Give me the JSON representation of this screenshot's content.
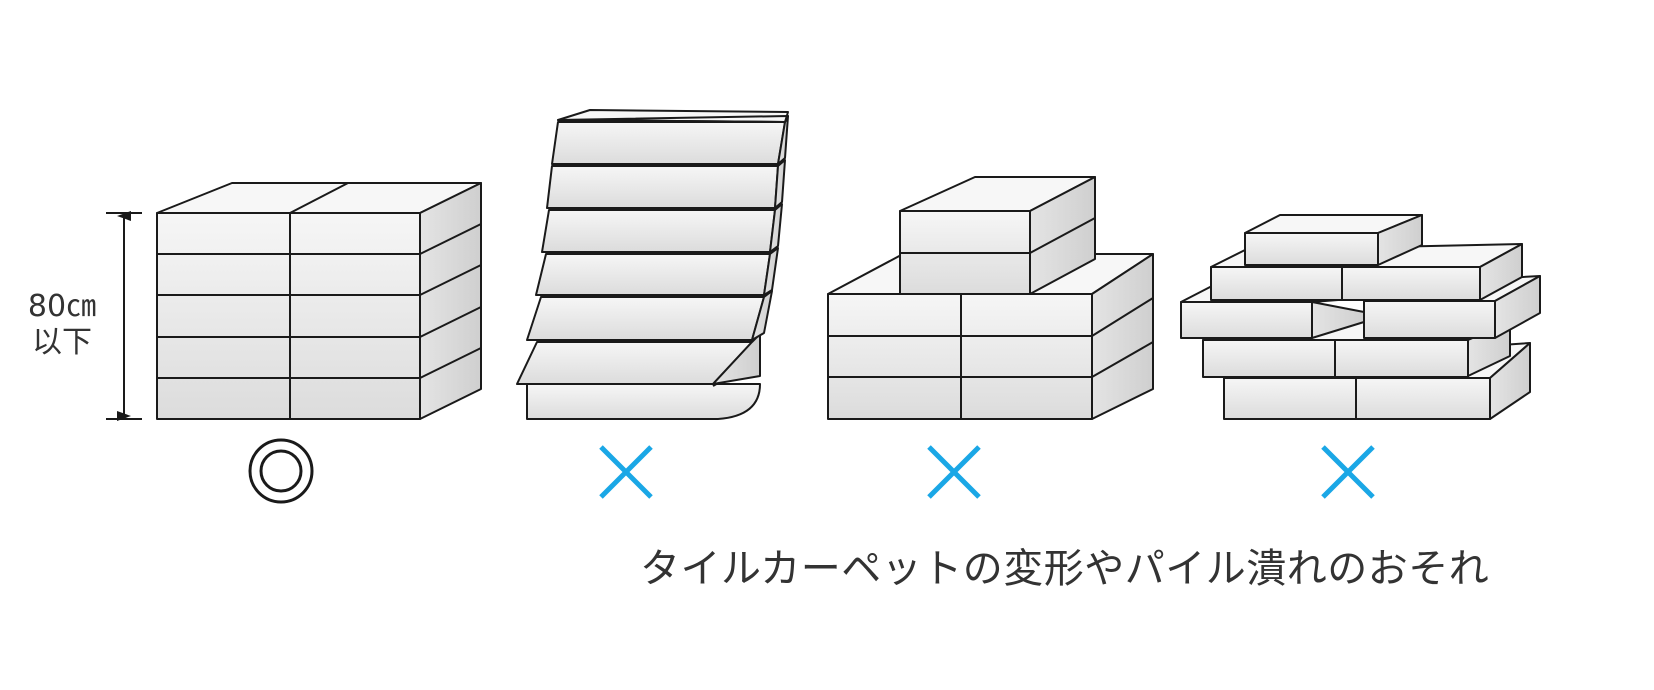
{
  "dimension": {
    "value": "80㎝",
    "qualifier": "以下"
  },
  "marks": {
    "good": "◎",
    "bad": "×"
  },
  "caption": "タイルカーペットの変形やパイル潰れのおそれ",
  "colors": {
    "outline": "#1a1a1a",
    "face": "#e9e9e9",
    "top": "#f7f7f7",
    "side": "#d9d9d9",
    "cross": "#1aa7e6",
    "text": "#333333"
  },
  "icons": [
    "double-circle-icon",
    "cross-icon",
    "double-arrow-icon"
  ]
}
